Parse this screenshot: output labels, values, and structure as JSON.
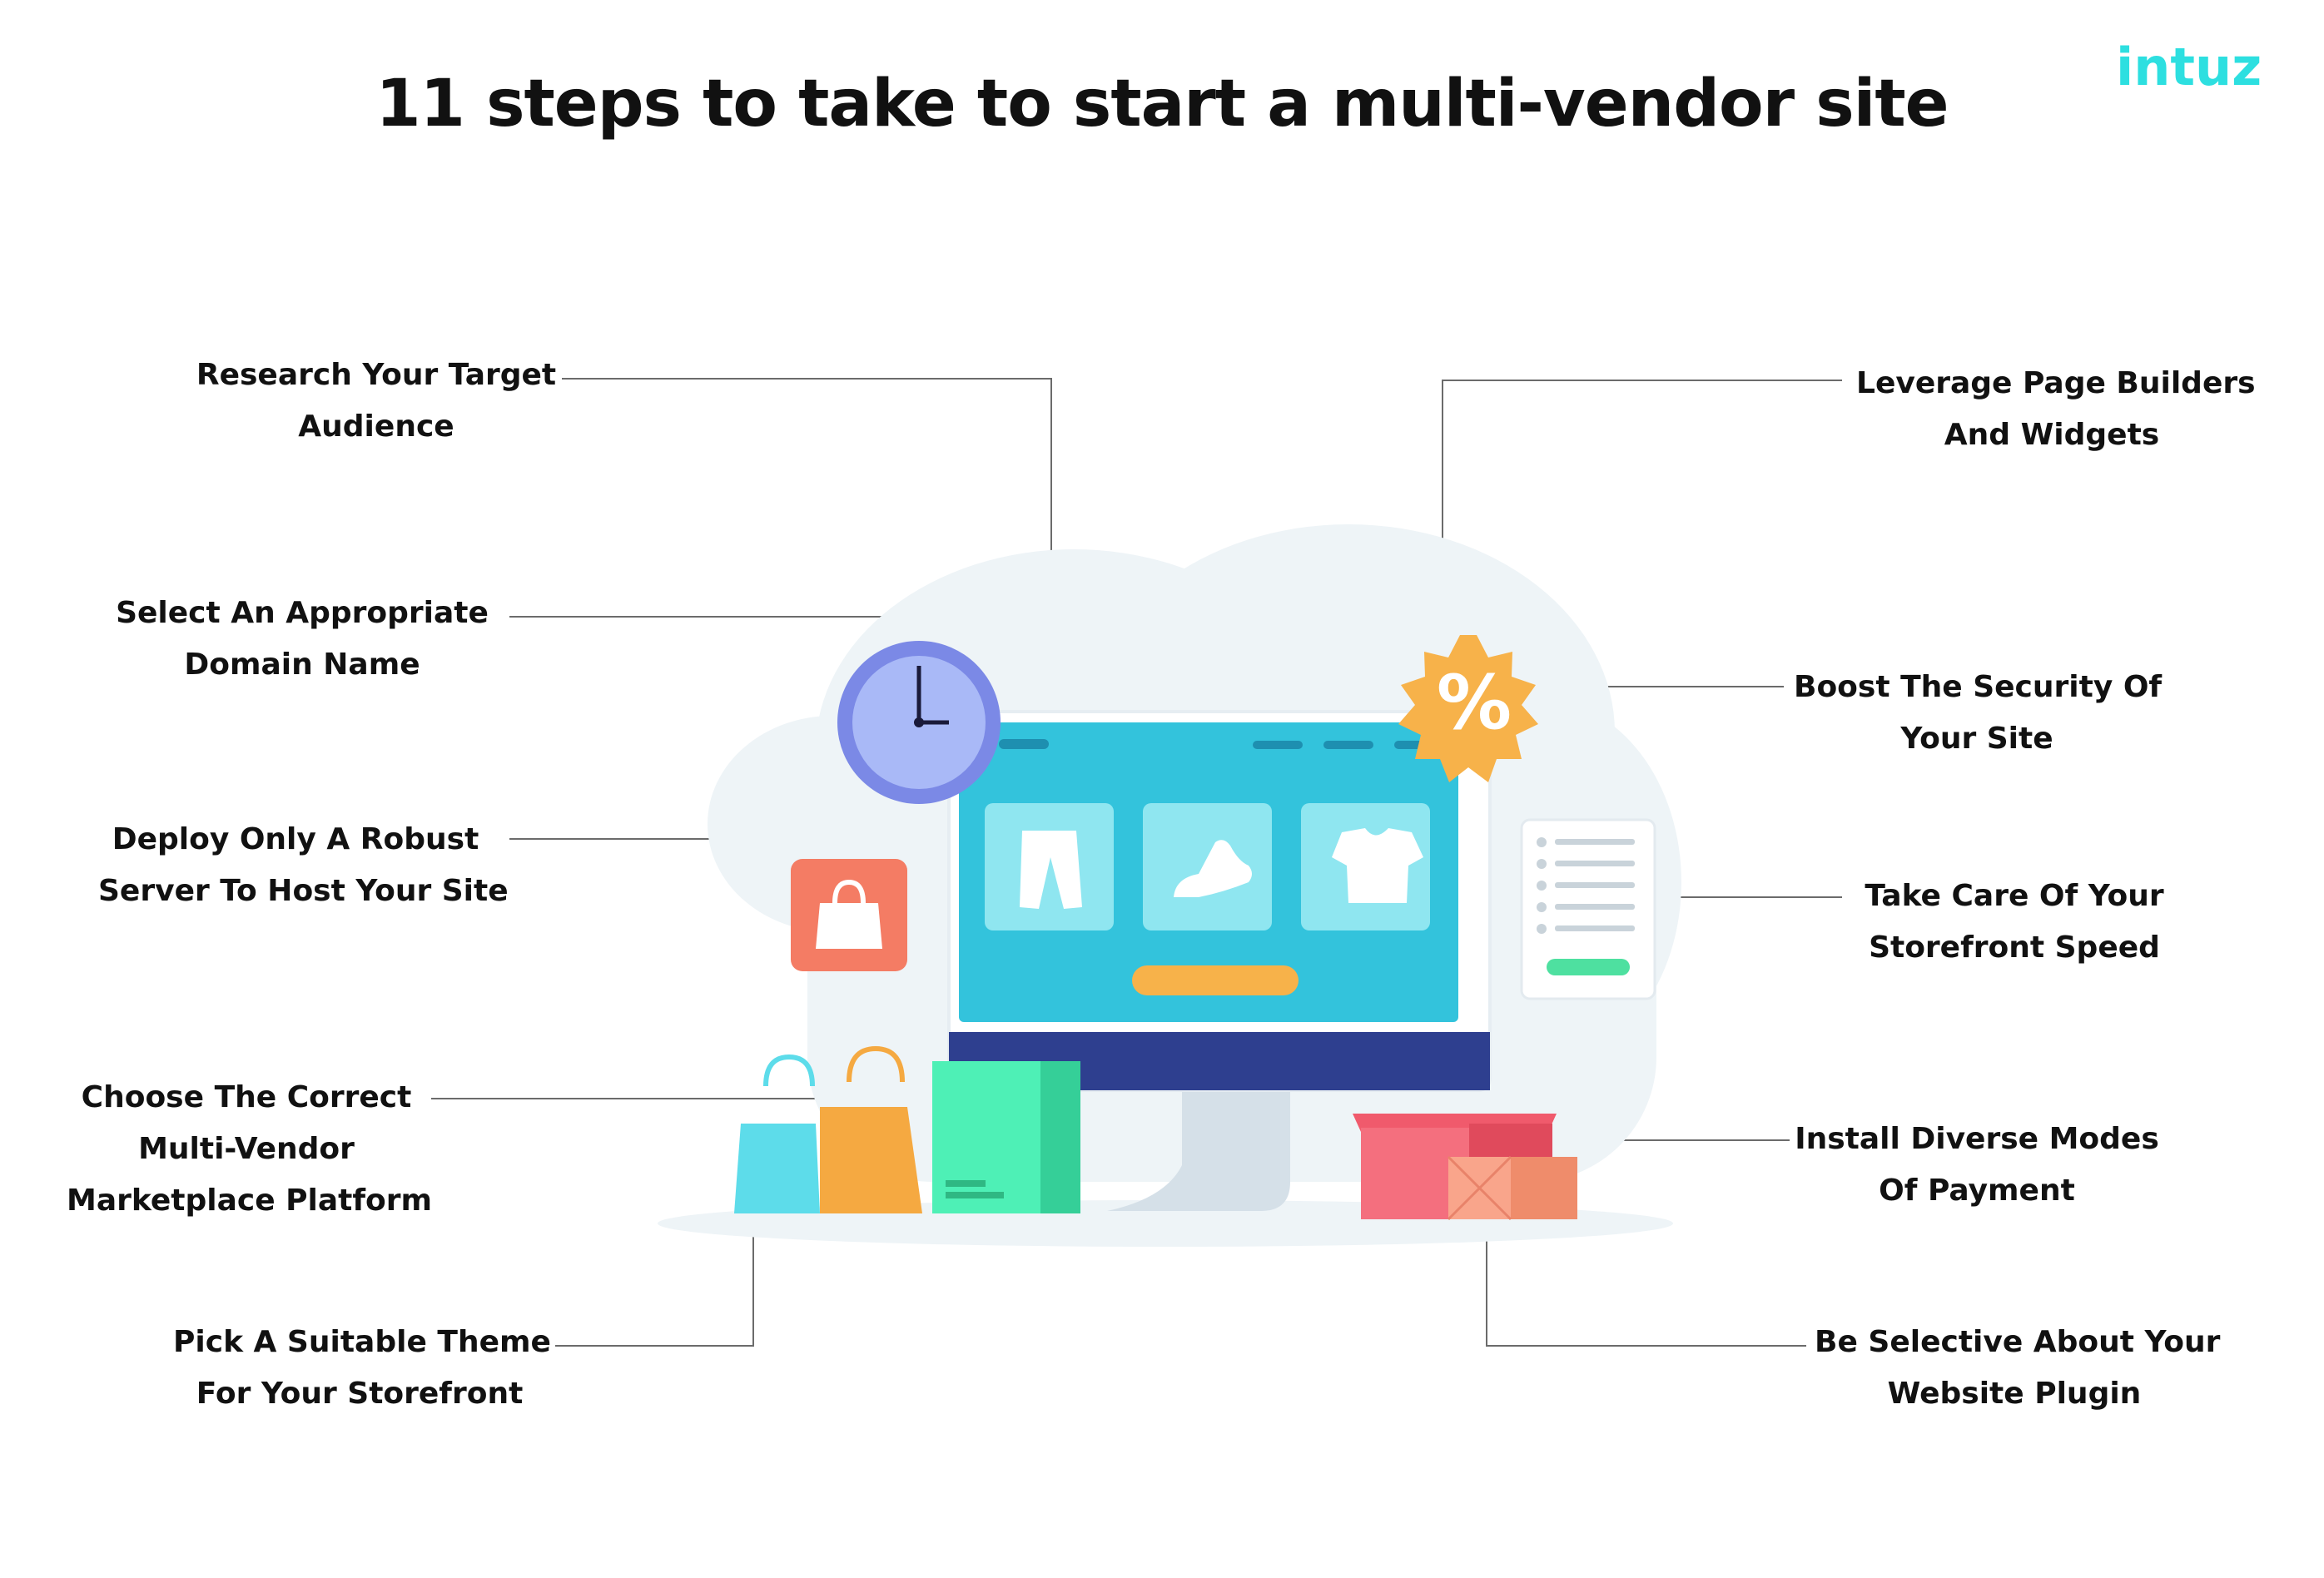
{
  "title": "11 steps to take to start a multi-vendor site",
  "brand": {
    "name": "intuz",
    "colors": {
      "primary": "#2ddfe0",
      "accent": "#8b3fcf"
    }
  },
  "steps": [
    {
      "line1": "Research Your Target",
      "line2": "Audience",
      "line3": ""
    },
    {
      "line1": "Select An Appropriate",
      "line2": "Domain Name",
      "line3": ""
    },
    {
      "line1": "Deploy Only A Robust",
      "line2": "Server To Host Your Site",
      "line3": ""
    },
    {
      "line1": "Choose The Correct",
      "line2": "Multi-Vendor",
      "line3": "Marketplace Platform"
    },
    {
      "line1": "Pick A Suitable Theme",
      "line2": "For Your Storefront",
      "line3": ""
    },
    {
      "line1": "Leverage Page Builders",
      "line2": "And Widgets",
      "line3": ""
    },
    {
      "line1": "Boost The Security Of",
      "line2": "Your Site",
      "line3": ""
    },
    {
      "line1": "Take Care Of Your",
      "line2": "Storefront Speed",
      "line3": ""
    },
    {
      "line1": "Install Diverse Modes",
      "line2": "Of Payment",
      "line3": ""
    },
    {
      "line1": "Be Selective About Your",
      "line2": "Website Plugin",
      "line3": ""
    }
  ],
  "illustration": {
    "percent_badge": "%",
    "screen_icons": [
      "pants-icon",
      "shoe-icon",
      "tshirt-icon"
    ],
    "colors": {
      "cloud": "#eef4f7",
      "screen": "#33c3dc",
      "tile": "#8fe6f0",
      "monitor_base": "#2e3f8f",
      "clock_face": "#a9b9f7",
      "badge": "#f7b24a",
      "bag_icon": "#f47c64",
      "bags": [
        "#5ddcea",
        "#f5a941"
      ],
      "box_green": "#4ef0b6",
      "parcel": [
        "#f46f7e",
        "#f9a58b"
      ]
    }
  }
}
